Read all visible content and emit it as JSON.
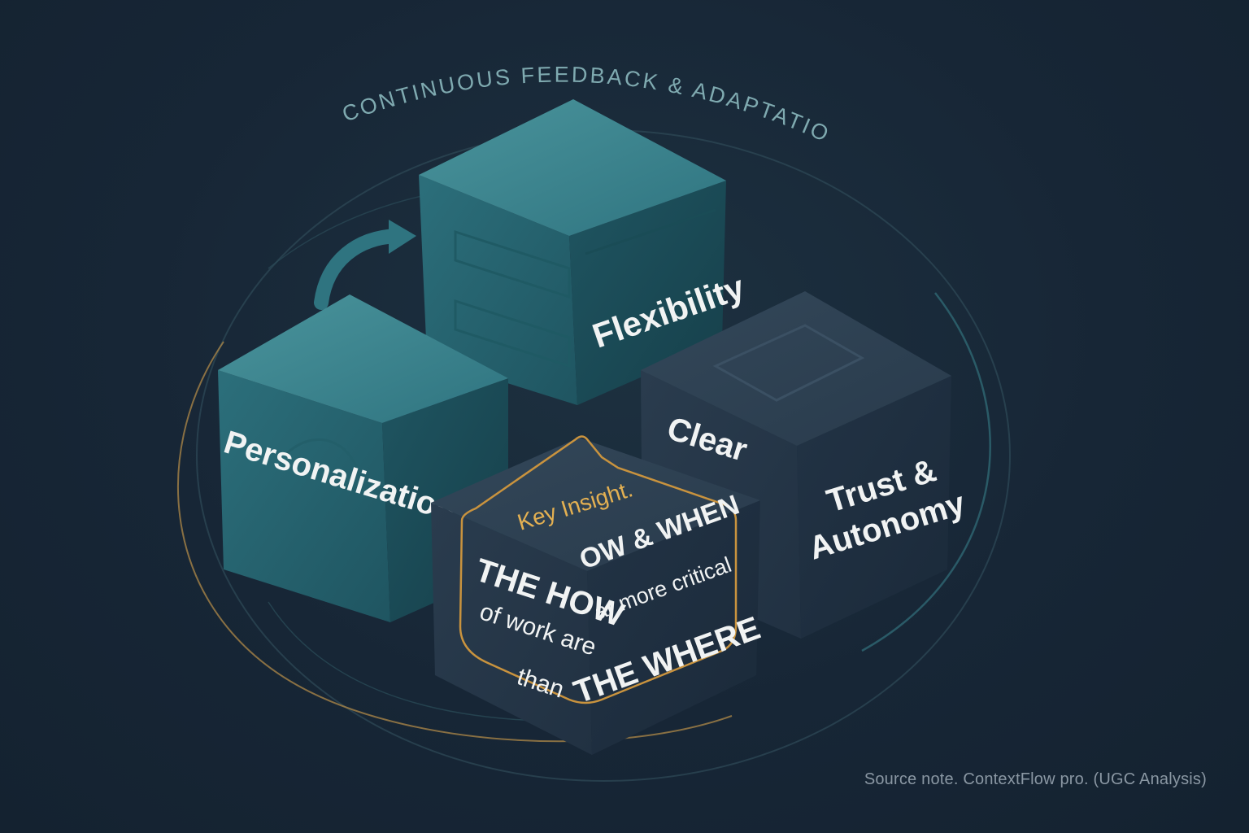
{
  "arc_title": "CONTINUOUS FEEDBACK & ADAPTATION",
  "blocks": {
    "flexibility": "Flexibility",
    "personalization": "Personalization",
    "clear": "Clear",
    "trust_line1": "Trust &",
    "trust_line2": "Autonomy"
  },
  "insight": {
    "heading": "Key Insight.",
    "top_right": "OW & WHEN",
    "big_left": "THE HOW",
    "line_a": "of work are",
    "line_b": "than",
    "line_c": "ar more critical",
    "big_right": "THE WHERE"
  },
  "source_note": "Source note. ContextFlow pro. (UGC Analysis)",
  "colors": {
    "background": "#172636",
    "teal": "#2e7480",
    "navy": "#2a3c4d",
    "gold_accent": "#e3b052"
  }
}
